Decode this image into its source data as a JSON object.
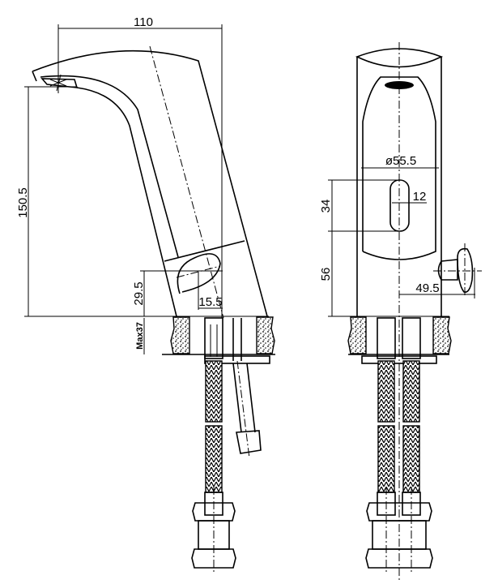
{
  "drawing": {
    "side_view": {
      "dimensions": {
        "spout_reach": "110",
        "spout_height": "150.5",
        "sensor_height": "29.5",
        "sensor_offset": "15.5",
        "counter_thickness": "Max37"
      }
    },
    "front_view": {
      "dimensions": {
        "body_diameter": "ø55.5",
        "sensor_width": "12",
        "sensor_length": "34",
        "sensor_base_height": "56",
        "knob_offset": "49.5"
      }
    },
    "colors": {
      "line": "#000000",
      "background": "#ffffff"
    }
  }
}
